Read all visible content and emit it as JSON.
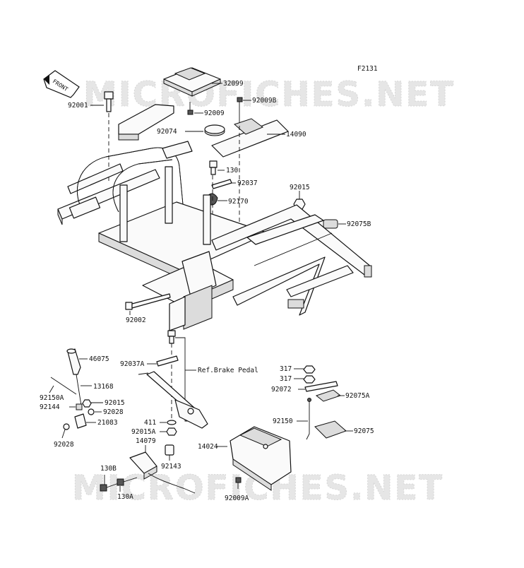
{
  "diagram": {
    "code": "F2131",
    "watermark": "MICROFICHES.NET",
    "front_label": "FRONT",
    "labels": {
      "p32099": "32099",
      "p92009": "92009",
      "p92009B": "92009B",
      "p92001": "92001",
      "p92074": "92074",
      "p14090": "14090",
      "p130": "130",
      "p92037": "92037",
      "p92015_top": "92015",
      "p92170": "92170",
      "p92075B": "92075B",
      "p92002": "92002",
      "p46075": "46075",
      "p92037A": "92037A",
      "ref_brake": "Ref.Brake Pedal",
      "p13168": "13168",
      "p92150A": "92150A",
      "p92015_mid": "92015",
      "p92144": "92144",
      "p92028_a": "92028",
      "p21083": "21083",
      "p92028_b": "92028",
      "p411": "411",
      "p92015A": "92015A",
      "p14079": "14079",
      "p92143": "92143",
      "p130B": "130B",
      "p130A": "130A",
      "p14024": "14024",
      "p92009A": "92009A",
      "p317_a": "317",
      "p317_b": "317",
      "p92072": "92072",
      "p92075A": "92075A",
      "p92150": "92150",
      "p92075": "92075"
    }
  }
}
